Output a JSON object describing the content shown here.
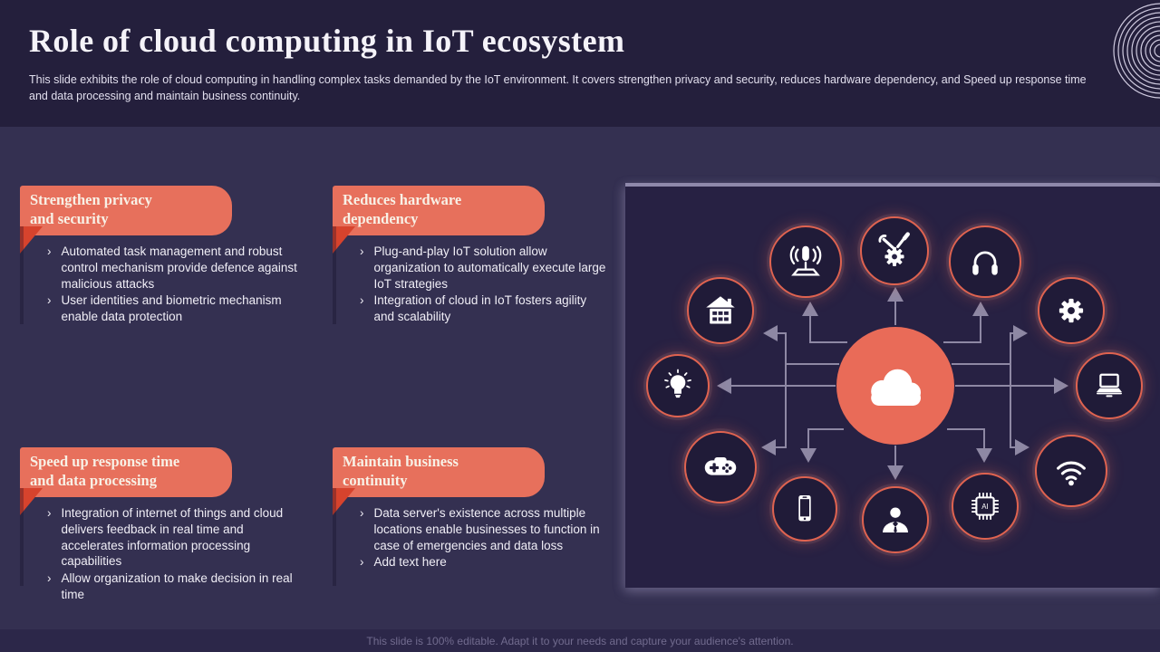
{
  "slide": {
    "title": "Role of cloud computing in IoT ecosystem",
    "subtitle": "This slide exhibits the role of cloud computing in handling complex tasks demanded by the IoT environment. It covers strengthen privacy and security, reduces hardware dependency, and Speed up response time and data processing and maintain business continuity.",
    "footer": "This slide is 100% editable. Adapt it to your needs and capture your audience's attention."
  },
  "glyphs": {
    "bullet_marker": "›"
  },
  "colors": {
    "header_bg": "#241f3c",
    "body_bg": "#343051",
    "panel_bg": "#272143",
    "accent_coral": "#e7705c",
    "fold_red": "#d7432d",
    "hub_coral": "#e96b58",
    "arrow_grey": "#8e88a4"
  },
  "callouts": [
    {
      "title_line1": "Strengthen privacy",
      "title_line2": "and security",
      "bullets": [
        "Automated task management and robust control mechanism provide defence against malicious attacks",
        "User identities and biometric mechanism enable data protection"
      ]
    },
    {
      "title_line1": "Reduces hardware",
      "title_line2": "dependency",
      "bullets": [
        "Plug-and-play IoT solution allow organization to automatically execute large IoT strategies",
        "Integration of cloud in IoT fosters agility and scalability"
      ]
    },
    {
      "title_line1": "Speed up response time",
      "title_line2": "and data processing",
      "bullets": [
        "Integration of internet of things and cloud delivers feedback in real time and accelerates information processing capabilities",
        "Allow organization to make decision in real time"
      ]
    },
    {
      "title_line1": "Maintain business",
      "title_line2": "continuity",
      "bullets": [
        "Data server's existence across multiple locations enable businesses to function in case of emergencies and data loss",
        "Add text here"
      ]
    }
  ],
  "diagram": {
    "center_icon": "cloud-icon",
    "chip_label": "AI",
    "node_icons": [
      "voice-assistant-icon",
      "service-tools-icon",
      "headphones-icon",
      "smart-home-icon",
      "gear-icon",
      "lightbulb-icon",
      "laptop-icon",
      "game-controller-icon",
      "wifi-icon",
      "smartphone-icon",
      "user-icon",
      "ai-chip-icon"
    ]
  }
}
